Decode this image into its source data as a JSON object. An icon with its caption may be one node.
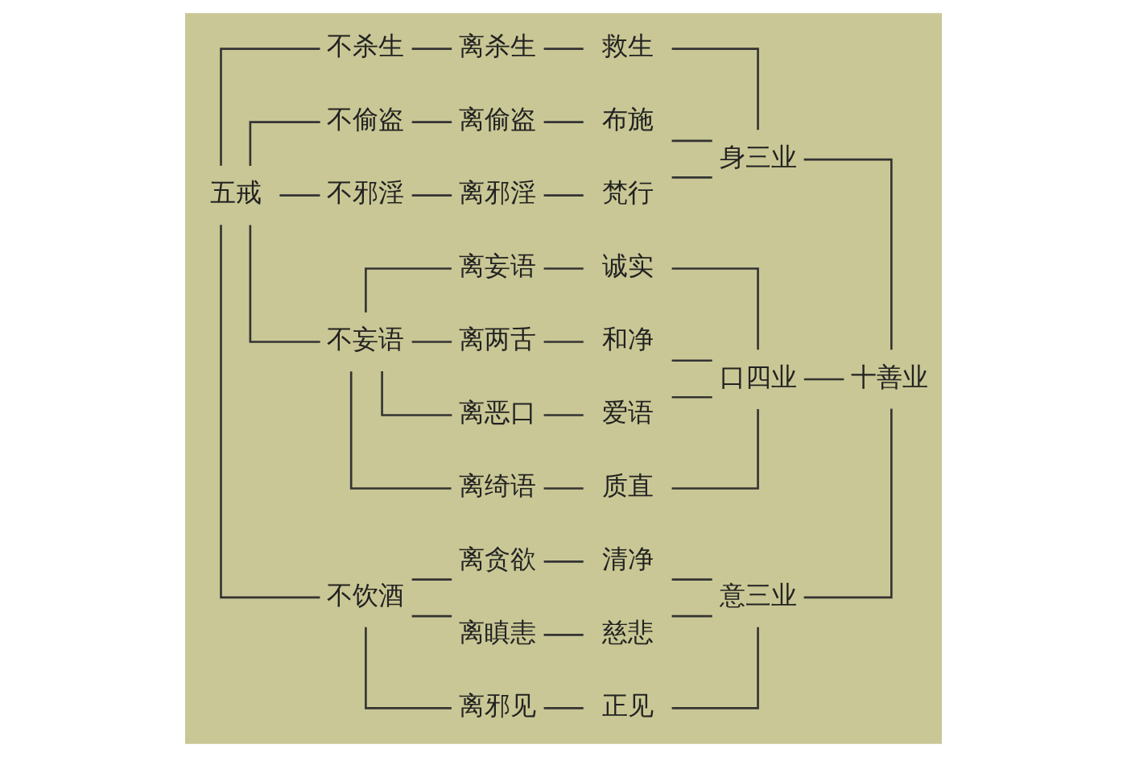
{
  "diagram": {
    "nodes": [
      {
        "text": [
          "五戒"
        ]
      },
      {
        "text": [
          "不杀生"
        ]
      },
      {
        "text": [
          "离杀生"
        ]
      },
      {
        "text": [
          "救生"
        ]
      },
      {
        "text": [
          "不偷盗"
        ]
      },
      {
        "text": [
          "离偷盗"
        ]
      },
      {
        "text": [
          "布施"
        ]
      },
      {
        "text": [
          "不邪淫"
        ]
      },
      {
        "text": [
          "离邪淫"
        ]
      },
      {
        "text": [
          "梵行"
        ]
      },
      {
        "text": [
          "身三业"
        ]
      },
      {
        "text": [
          "不妄语"
        ]
      },
      {
        "text": [
          "离妄语"
        ]
      },
      {
        "text": [
          "诚实"
        ]
      },
      {
        "text": [
          "离两舌"
        ]
      },
      {
        "text": [
          "和净"
        ]
      },
      {
        "text": [
          "离恶口"
        ]
      },
      {
        "text": [
          "爱语"
        ]
      },
      {
        "text": [
          "离绮语"
        ]
      },
      {
        "text": [
          "质直"
        ]
      },
      {
        "text": [
          "口四业"
        ]
      },
      {
        "text": [
          "不饮酒"
        ]
      },
      {
        "text": [
          "离贪欲"
        ]
      },
      {
        "text": [
          "清净"
        ]
      },
      {
        "text": [
          "离瞋恚"
        ]
      },
      {
        "text": [
          "慈悲"
        ]
      },
      {
        "text": [
          "离邪见"
        ]
      },
      {
        "text": [
          "正见"
        ]
      },
      {
        "text": [
          "意三业"
        ]
      },
      {
        "text": [
          "十善业"
        ]
      }
    ],
    "edges": [
      {
        "from": 0,
        "to": 1,
        "arrow": "none"
      },
      {
        "from": 0,
        "to": 4,
        "arrow": "none"
      },
      {
        "from": 0,
        "to": 7,
        "arrow": "none"
      },
      {
        "from": 0,
        "to": 11,
        "arrow": "none"
      },
      {
        "from": 0,
        "to": 21,
        "arrow": "none"
      },
      {
        "from": 1,
        "to": 2,
        "arrow": "none"
      },
      {
        "from": 2,
        "to": 3,
        "arrow": "none"
      },
      {
        "from": 4,
        "to": 5,
        "arrow": "none"
      },
      {
        "from": 5,
        "to": 6,
        "arrow": "none"
      },
      {
        "from": 7,
        "to": 8,
        "arrow": "none"
      },
      {
        "from": 8,
        "to": 9,
        "arrow": "none"
      },
      {
        "from": 3,
        "to": 10,
        "arrow": "none"
      },
      {
        "from": 6,
        "to": 10,
        "arrow": "none"
      },
      {
        "from": 9,
        "to": 10,
        "arrow": "none"
      },
      {
        "from": 11,
        "to": 12,
        "arrow": "none"
      },
      {
        "from": 11,
        "to": 14,
        "arrow": "none"
      },
      {
        "from": 11,
        "to": 16,
        "arrow": "none"
      },
      {
        "from": 11,
        "to": 18,
        "arrow": "none"
      },
      {
        "from": 12,
        "to": 13,
        "arrow": "none"
      },
      {
        "from": 14,
        "to": 15,
        "arrow": "none"
      },
      {
        "from": 16,
        "to": 17,
        "arrow": "none"
      },
      {
        "from": 18,
        "to": 19,
        "arrow": "none"
      },
      {
        "from": 13,
        "to": 20,
        "arrow": "none"
      },
      {
        "from": 15,
        "to": 20,
        "arrow": "none"
      },
      {
        "from": 17,
        "to": 20,
        "arrow": "none"
      },
      {
        "from": 19,
        "to": 20,
        "arrow": "none"
      },
      {
        "from": 21,
        "to": 22,
        "arrow": "none"
      },
      {
        "from": 21,
        "to": 24,
        "arrow": "none"
      },
      {
        "from": 21,
        "to": 26,
        "arrow": "none"
      },
      {
        "from": 22,
        "to": 23,
        "arrow": "none"
      },
      {
        "from": 24,
        "to": 25,
        "arrow": "none"
      },
      {
        "from": 26,
        "to": 27,
        "arrow": "none"
      },
      {
        "from": 23,
        "to": 28,
        "arrow": "none"
      },
      {
        "from": 25,
        "to": 28,
        "arrow": "none"
      },
      {
        "from": 27,
        "to": 28,
        "arrow": "none"
      },
      {
        "from": 10,
        "to": 29,
        "arrow": "none"
      },
      {
        "from": 20,
        "to": 29,
        "arrow": "none"
      },
      {
        "from": 28,
        "to": 29,
        "arrow": "none"
      }
    ]
  }
}
